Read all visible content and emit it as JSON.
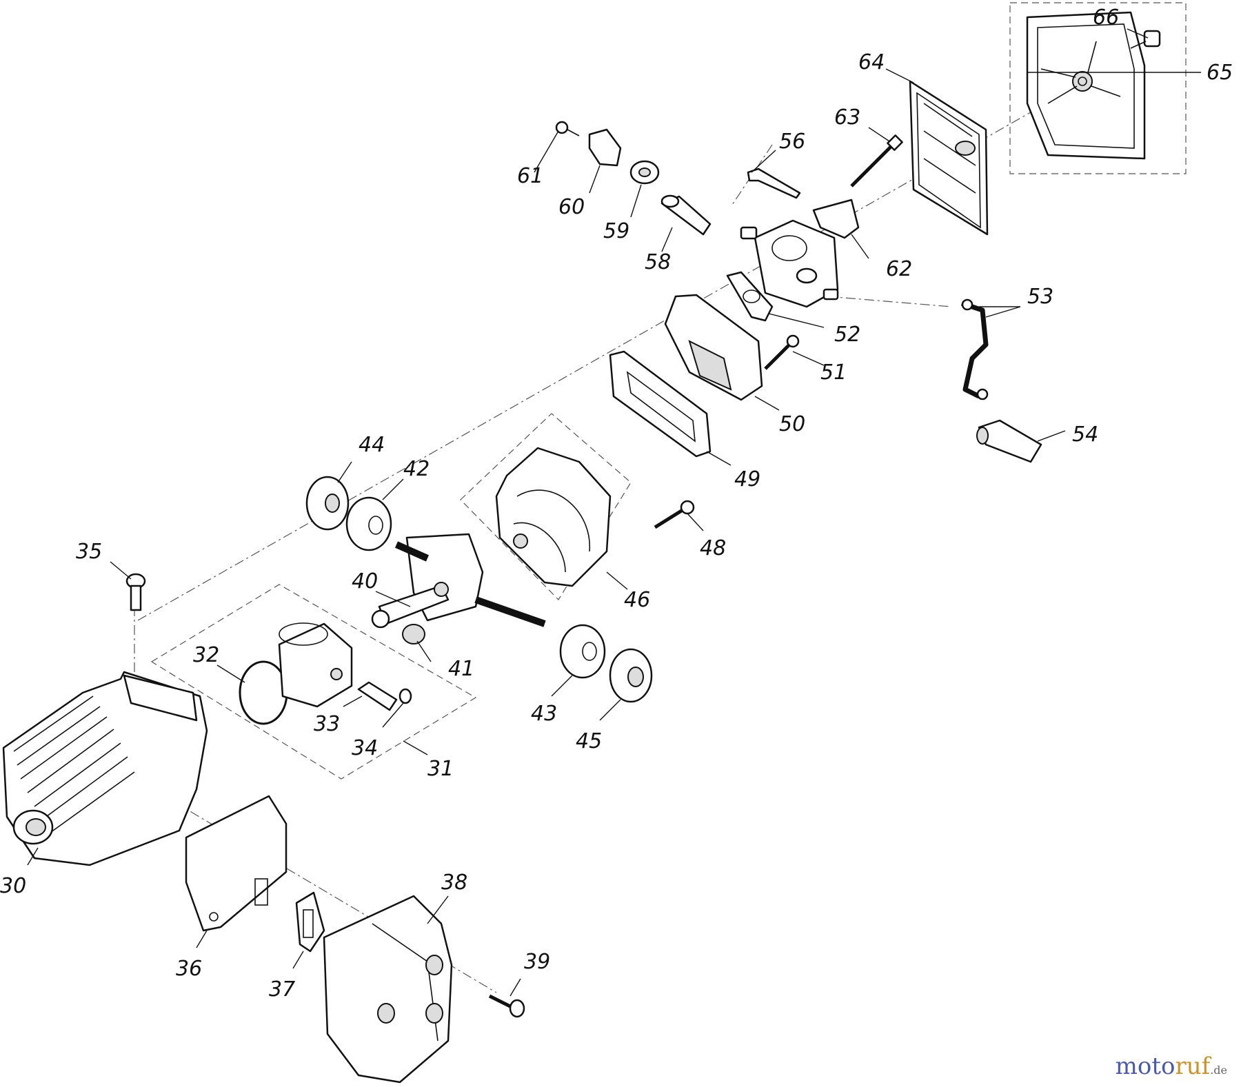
{
  "diagram": {
    "labels": [
      "30",
      "31",
      "32",
      "33",
      "34",
      "35",
      "36",
      "37",
      "38",
      "39",
      "40",
      "41",
      "42",
      "43",
      "44",
      "45",
      "46",
      "48",
      "49",
      "50",
      "51",
      "52",
      "53",
      "54",
      "56",
      "58",
      "59",
      "60",
      "61",
      "62",
      "63",
      "64",
      "65",
      "66"
    ]
  },
  "brand": {
    "name_part1": "moto",
    "name_part2": "ruf",
    "suffix": ".de"
  }
}
